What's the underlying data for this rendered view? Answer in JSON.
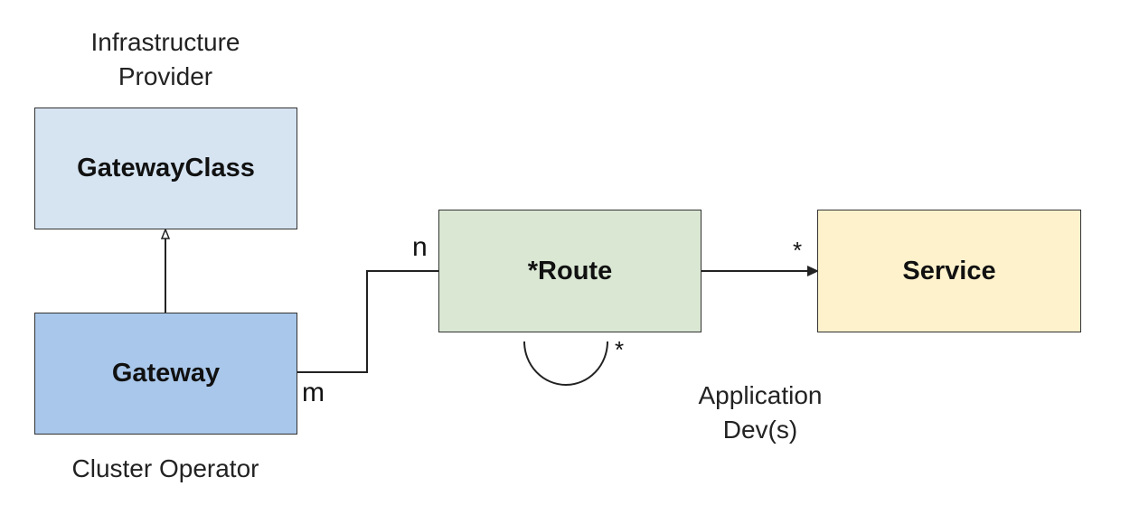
{
  "roles": {
    "infrastructure_provider": "Infrastructure\nProvider",
    "cluster_operator": "Cluster Operator",
    "application_devs": "Application\nDev(s)"
  },
  "boxes": {
    "gateway_class": {
      "label": "GatewayClass",
      "color": "#d6e4f2"
    },
    "gateway": {
      "label": "Gateway",
      "color": "#a9c7ea"
    },
    "route": {
      "label": "*Route",
      "color": "#d9e7d3"
    },
    "service": {
      "label": "Service",
      "color": "#fdf2cc"
    }
  },
  "multiplicities": {
    "gateway_end": "m",
    "route_end": "n",
    "service_end": "*",
    "self_loop": "*"
  }
}
